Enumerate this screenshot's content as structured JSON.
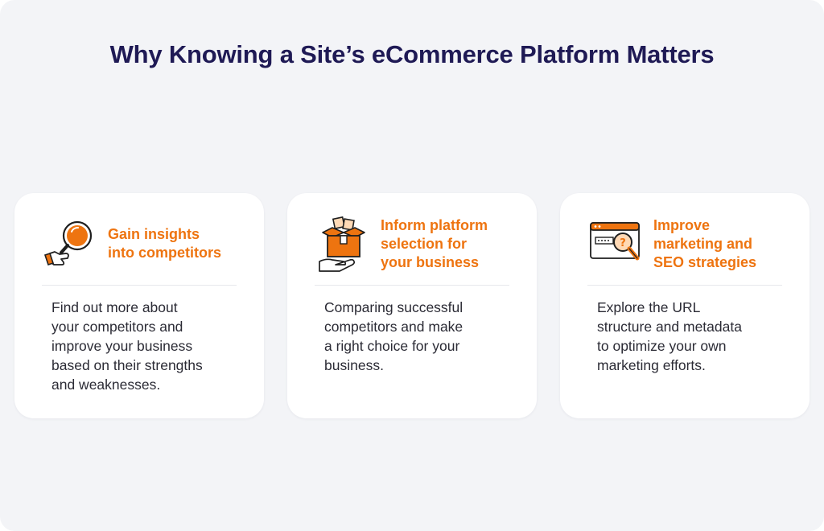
{
  "header": {
    "title": "Why Knowing a Site’s eCommerce Platform Matters"
  },
  "colors": {
    "accent": "#ee7410",
    "title": "#1f1a55",
    "text": "#2b2b35",
    "background": "#f3f4f7"
  },
  "cards": [
    {
      "icon": "magnifier-hand-icon",
      "title_lines": [
        "Gain insights",
        "into competitors"
      ],
      "body_lines": [
        "Find out more about",
        "your competitors and",
        "improve your business",
        "based on their strengths",
        "and weaknesses."
      ]
    },
    {
      "icon": "box-in-hand-icon",
      "title_lines": [
        "Inform platform",
        "selection for",
        "your business"
      ],
      "body_lines": [
        "Comparing successful",
        "competitors and make",
        "a right choice for your",
        "business."
      ]
    },
    {
      "icon": "browser-search-icon",
      "title_lines": [
        "Improve",
        "marketing and",
        "SEO strategies"
      ],
      "body_lines": [
        "Explore the URL",
        "structure and metadata",
        "to optimize your own",
        "marketing efforts."
      ]
    }
  ]
}
